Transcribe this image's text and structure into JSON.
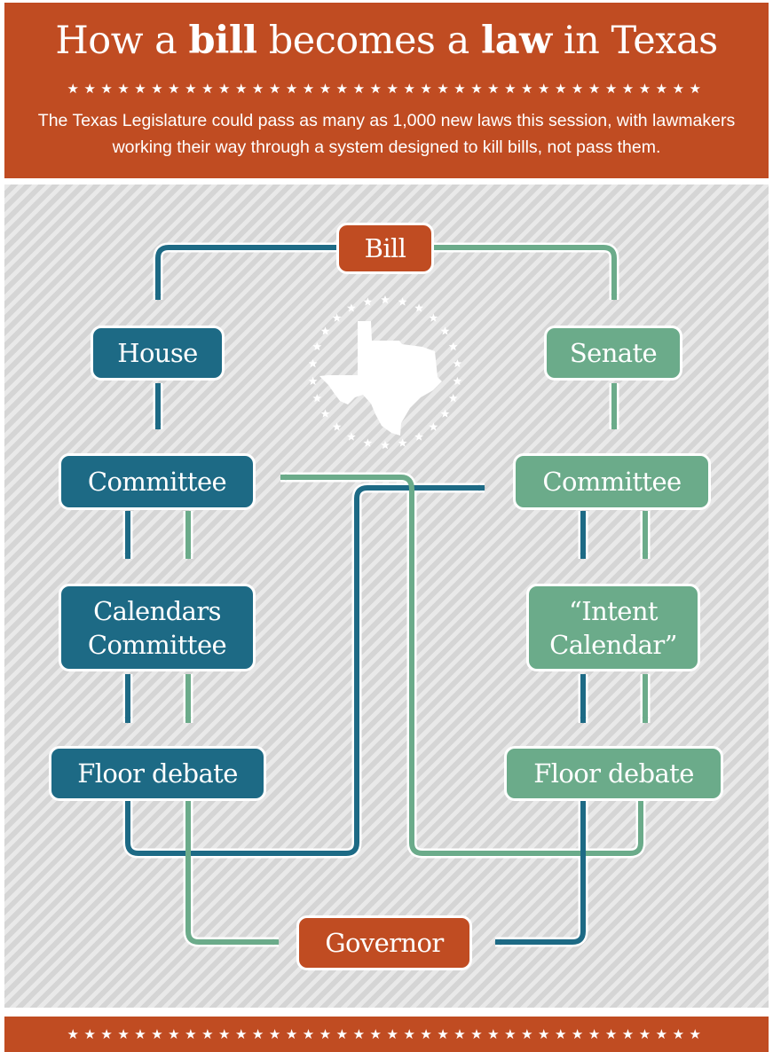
{
  "header": {
    "title_parts": [
      "How a ",
      "bill",
      " becomes a ",
      "law",
      " in Texas"
    ],
    "subtitle": "The Texas Legislature could pass as many as 1,000 new laws this session, with lawmakers working their way through a system designed to kill bills, not pass them.",
    "stars": "★★★★★★★★★★★★★★★★★★★★★★★★★★★★★★★★★★★★★★"
  },
  "diagram": {
    "bill": "Bill",
    "house": {
      "chamber": "House",
      "committee": "Committee",
      "calendars": "Calendars\nCommittee",
      "floor": "Floor debate"
    },
    "senate": {
      "chamber": "Senate",
      "committee": "Committee",
      "calendars": "“Intent\nCalendar”",
      "floor": "Floor debate"
    },
    "governor": "Governor",
    "icons": [
      "texas-map-icon",
      "star-ring-icon",
      "arrow-icon"
    ],
    "colors": {
      "orange": "#c04c22",
      "house_blue": "#1d6a85",
      "senate_green": "#6bab8a",
      "background_gray": "#dcdcdc"
    }
  },
  "footer": {
    "stars": "★★★★★★★★★★★★★★★★★★★★★★★★★★★★★★★★★★★★★★"
  }
}
